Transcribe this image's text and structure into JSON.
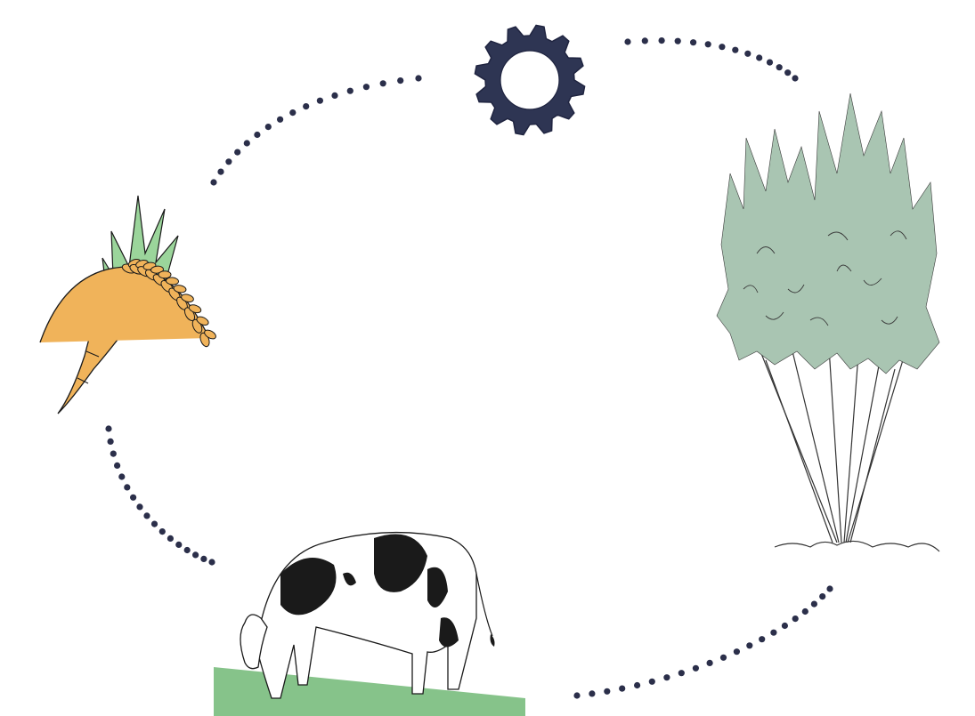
{
  "diagram": {
    "type": "cycle",
    "nodes": [
      {
        "id": "gear",
        "icon": "gear-icon"
      },
      {
        "id": "forest",
        "icon": "tree-icon"
      },
      {
        "id": "cow",
        "icon": "cow-icon"
      },
      {
        "id": "crops",
        "icon": "carrot-wheat-icon"
      }
    ],
    "colors": {
      "dots": "#2b2f4a",
      "gear": "#2e3553",
      "tree": "#a9c5b2",
      "grass": "#86c38a",
      "carrot": "#f0b35a",
      "wheat": "#f0b35a",
      "leaf": "#9bd59b",
      "ink": "#1a1a1a"
    }
  }
}
